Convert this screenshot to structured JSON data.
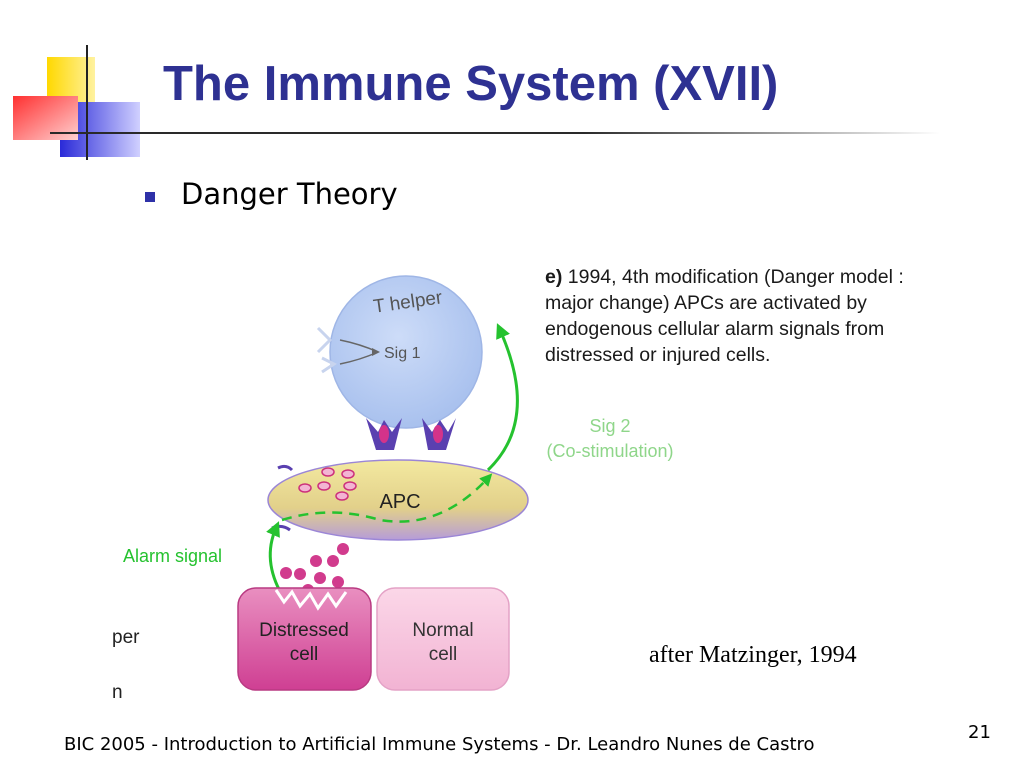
{
  "slide": {
    "title": "The Immune System (XVII)",
    "bullet": "Danger Theory",
    "citation": "after Matzinger, 1994",
    "footer": "BIC 2005 - Introduction to Artificial Immune Systems - Dr. Leandro Nunes de Castro",
    "page_number": "21"
  },
  "diagram": {
    "caption_label": "e)",
    "caption_text": "1994, 4th modification (Danger model : major change) APCs are activated by endogenous cellular alarm signals from distressed or injured cells.",
    "t_helper_label": "T helper",
    "sig1_label": "Sig 1",
    "apc_label": "APC",
    "sig2_label": "Sig 2",
    "costim_label": "(Co-stimulation)",
    "alarm_label": "Alarm signal",
    "distressed_line1": "Distressed",
    "distressed_line2": "cell",
    "normal_line1": "Normal",
    "normal_line2": "cell",
    "cropped_text_1": "per",
    "cropped_text_2": "n"
  },
  "colors": {
    "title": "#2e3192",
    "t_helper_fill": "#b7ccf2",
    "apc_fill": "#e7d790",
    "apc_edge": "#9b86d6",
    "distressed_fill": "#d6509c",
    "normal_fill": "#f4bcd9",
    "green_arrow": "#25c22f",
    "receptor_purple": "#5a40b0",
    "molecule_magenta": "#cc2f7b"
  },
  "logo": {
    "colors": [
      "#ffd800",
      "#ff2020",
      "#2a2ad8"
    ]
  }
}
